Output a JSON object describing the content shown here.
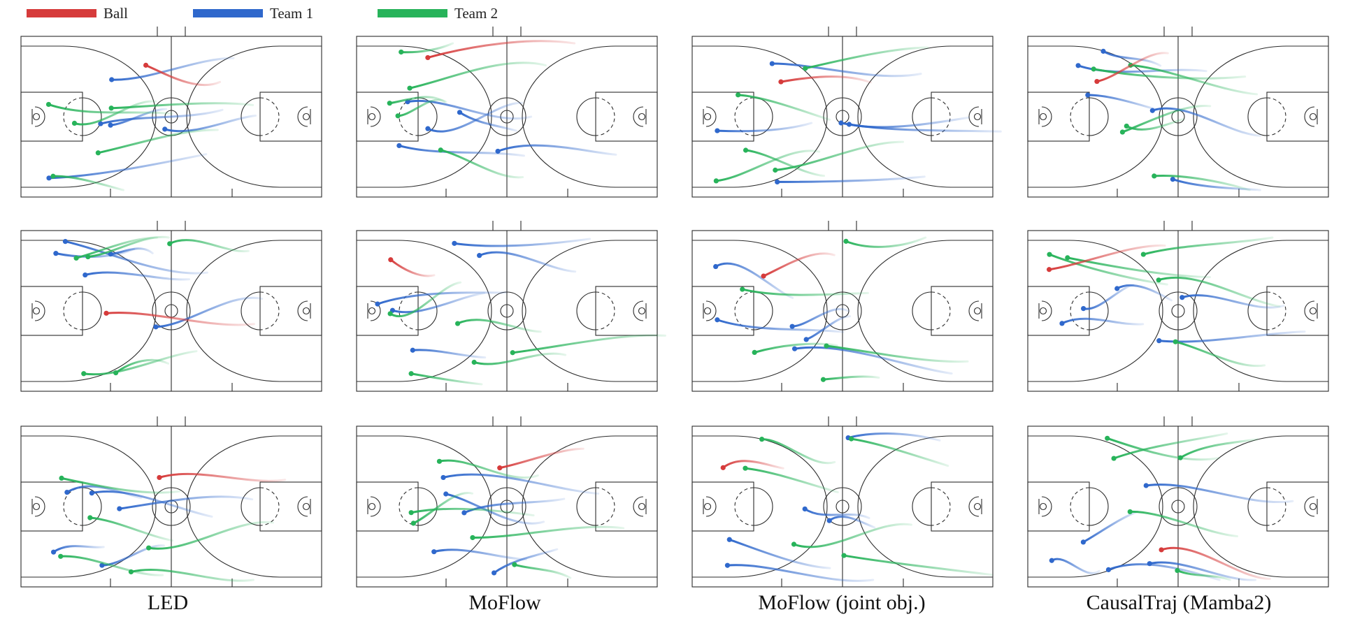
{
  "legend": [
    {
      "label": "Ball",
      "color": "#d63b3b"
    },
    {
      "label": "Team 1",
      "color": "#2f68cc"
    },
    {
      "label": "Team 2",
      "color": "#27b35a"
    }
  ],
  "columns": [
    "LED",
    "MoFlow",
    "MoFlow (joint obj.)",
    "CausalTraj (Mamba2)"
  ],
  "colors": {
    "ball": "#d63b3b",
    "team1": "#2f68cc",
    "team2": "#27b35a",
    "court": "#2b2b2b"
  }
}
